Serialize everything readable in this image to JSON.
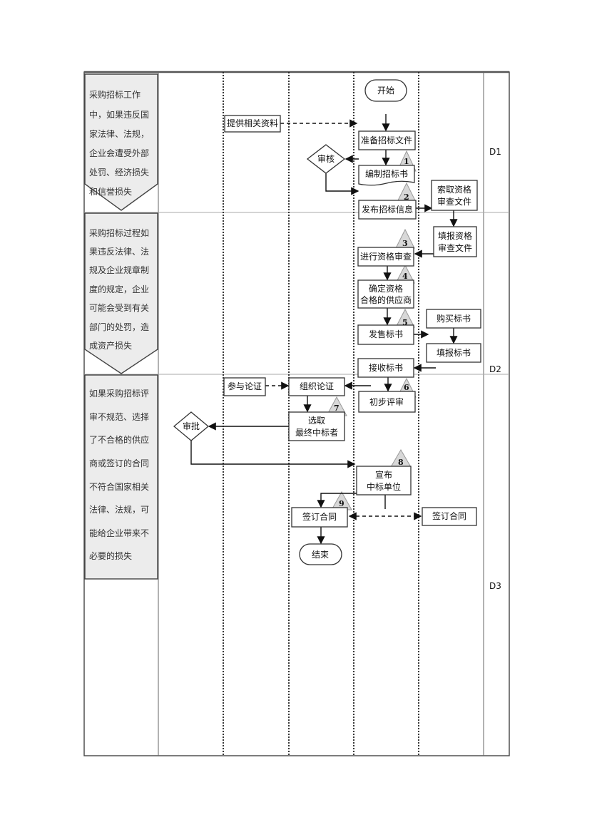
{
  "risks": [
    {
      "lines": [
        "采购招标工作",
        "中，如果违反国",
        "家法律、法规，",
        "企业会遭受外部",
        "处罚、经济损失",
        "和信誉损失"
      ]
    },
    {
      "lines": [
        "采购招标过程如",
        "果违反法律、法",
        "规及企业规章制",
        "度的规定，企业",
        "可能会受到有关",
        "部门的处罚，造",
        "成资产损失"
      ]
    },
    {
      "lines": [
        "如果采购招标评",
        "审不规范、选择",
        "了不合格的供应",
        "商或签订的合同",
        "不符合国家相关",
        "法律、法规，可",
        "能给企业带来不",
        "必要的损失"
      ]
    }
  ],
  "rows": [
    "D1",
    "D2",
    "D3"
  ],
  "nodes": {
    "start": "开始",
    "provide": "提供相关资料",
    "prepare": "准备招标文件",
    "review": "审核",
    "compile": "编制招标书",
    "publish": "发布招标信息",
    "request": [
      "索取资格",
      "审查文件"
    ],
    "fill_qual": [
      "填报资格",
      "审查文件"
    ],
    "qual_review": "进行资格审查",
    "confirm": [
      "确定资格",
      "合格的供应商"
    ],
    "sell": "发售标书",
    "buy": "购买标书",
    "fill_bid": "填报标书",
    "receive": "接收标书",
    "join": "参与论证",
    "organize": "组织论证",
    "prelim": "初步评审",
    "select": [
      "选取",
      "最终中标者"
    ],
    "approve": "审批",
    "announce": [
      "宣布",
      "中标单位"
    ],
    "sign_left": "签订合同",
    "sign_right": "签订合同",
    "end": "结束"
  },
  "control_points": [
    "1",
    "2",
    "3",
    "4",
    "5",
    "6",
    "7",
    "8",
    "9"
  ]
}
